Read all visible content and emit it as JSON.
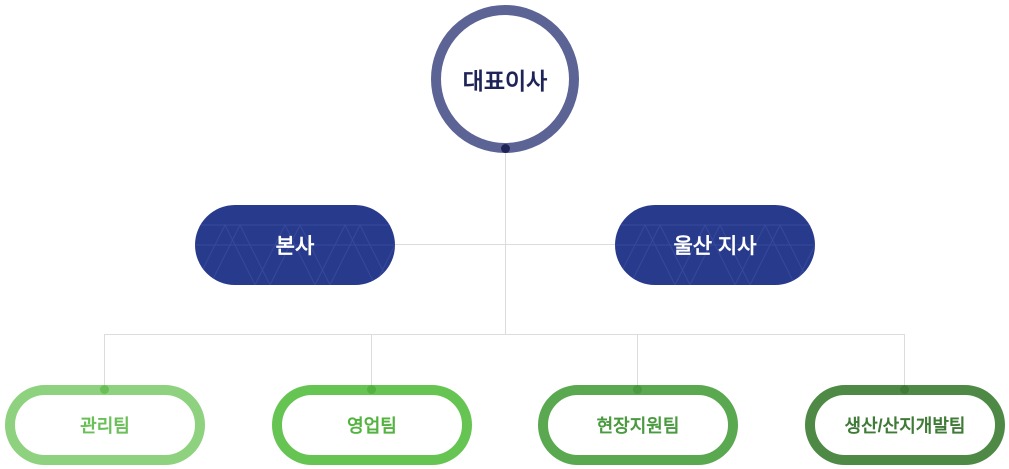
{
  "org_chart": {
    "ceo": {
      "label": "대표이사",
      "ring_color": "#5c6395",
      "text_color": "#1f2458",
      "dot_color": "#1f2458"
    },
    "branches": [
      {
        "label": "본사",
        "fill_color": "#283a8c"
      },
      {
        "label": "울산 지사",
        "fill_color": "#283a8c"
      }
    ],
    "teams": [
      {
        "label": "관리팀",
        "color": "#8ed17e"
      },
      {
        "label": "영업팀",
        "color": "#66c452"
      },
      {
        "label": "현장지원팀",
        "color": "#5aa850"
      },
      {
        "label": "생산/산지개발팀",
        "color": "#4e8a45"
      }
    ],
    "connector_color": "#dcdcdc"
  }
}
